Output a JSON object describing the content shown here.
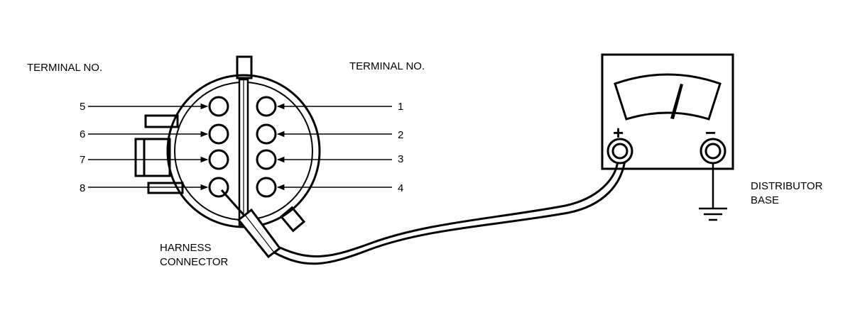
{
  "labels": {
    "terminal_left": "TERMINAL NO.",
    "terminal_right": "TERMINAL NO.",
    "harness_line1": "HARNESS",
    "harness_line2": "CONNECTOR",
    "ground_line1": "DISTRIBUTOR",
    "ground_line2": "BASE",
    "meter_plus": "+",
    "meter_minus": "−"
  },
  "terminals_left": [
    "5",
    "6",
    "7",
    "8"
  ],
  "terminals_right": [
    "1",
    "2",
    "3",
    "4"
  ]
}
